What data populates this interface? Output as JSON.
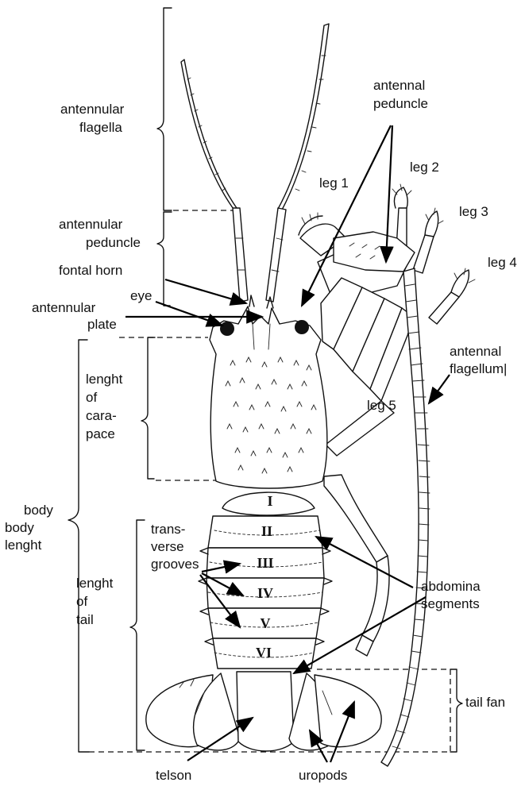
{
  "labels": {
    "antennular_flagella_1": "antennular",
    "antennular_flagella_2": "flagella",
    "antennal_peduncle_1": "antennal",
    "antennal_peduncle_2": "peduncle",
    "leg1": "leg 1",
    "leg2": "leg 2",
    "leg3": "leg 3",
    "leg4": "leg 4",
    "leg5": "leg 5",
    "antennular_peduncle_1": "antennular",
    "antennular_peduncle_2": "peduncle",
    "frontal_horn": "fontal horn",
    "eye": "eye",
    "antennular_plate_1": "antennular",
    "antennular_plate_2": "plate",
    "length_carapace_1": "lenght",
    "length_carapace_2": "of",
    "length_carapace_3": "cara-",
    "length_carapace_4": "pace",
    "antennal_flagellum_1": "antennal",
    "antennal_flagellum_2": "flagellum|",
    "body_length_1": "body",
    "body_length_2": "body",
    "body_length_3": "lenght",
    "transverse_1": "trans-",
    "transverse_2": "verse",
    "transverse_3": "grooves",
    "length_tail_1": "lenght",
    "length_tail_2": "of",
    "length_tail_3": "tail",
    "abdominal_1": "abdomina",
    "abdominal_2": "segments",
    "tail_fan": "tail fan",
    "telson": "telson",
    "uropods": "uropods"
  },
  "segments": [
    "I",
    "II",
    "III",
    "IV",
    "V",
    "VI"
  ]
}
